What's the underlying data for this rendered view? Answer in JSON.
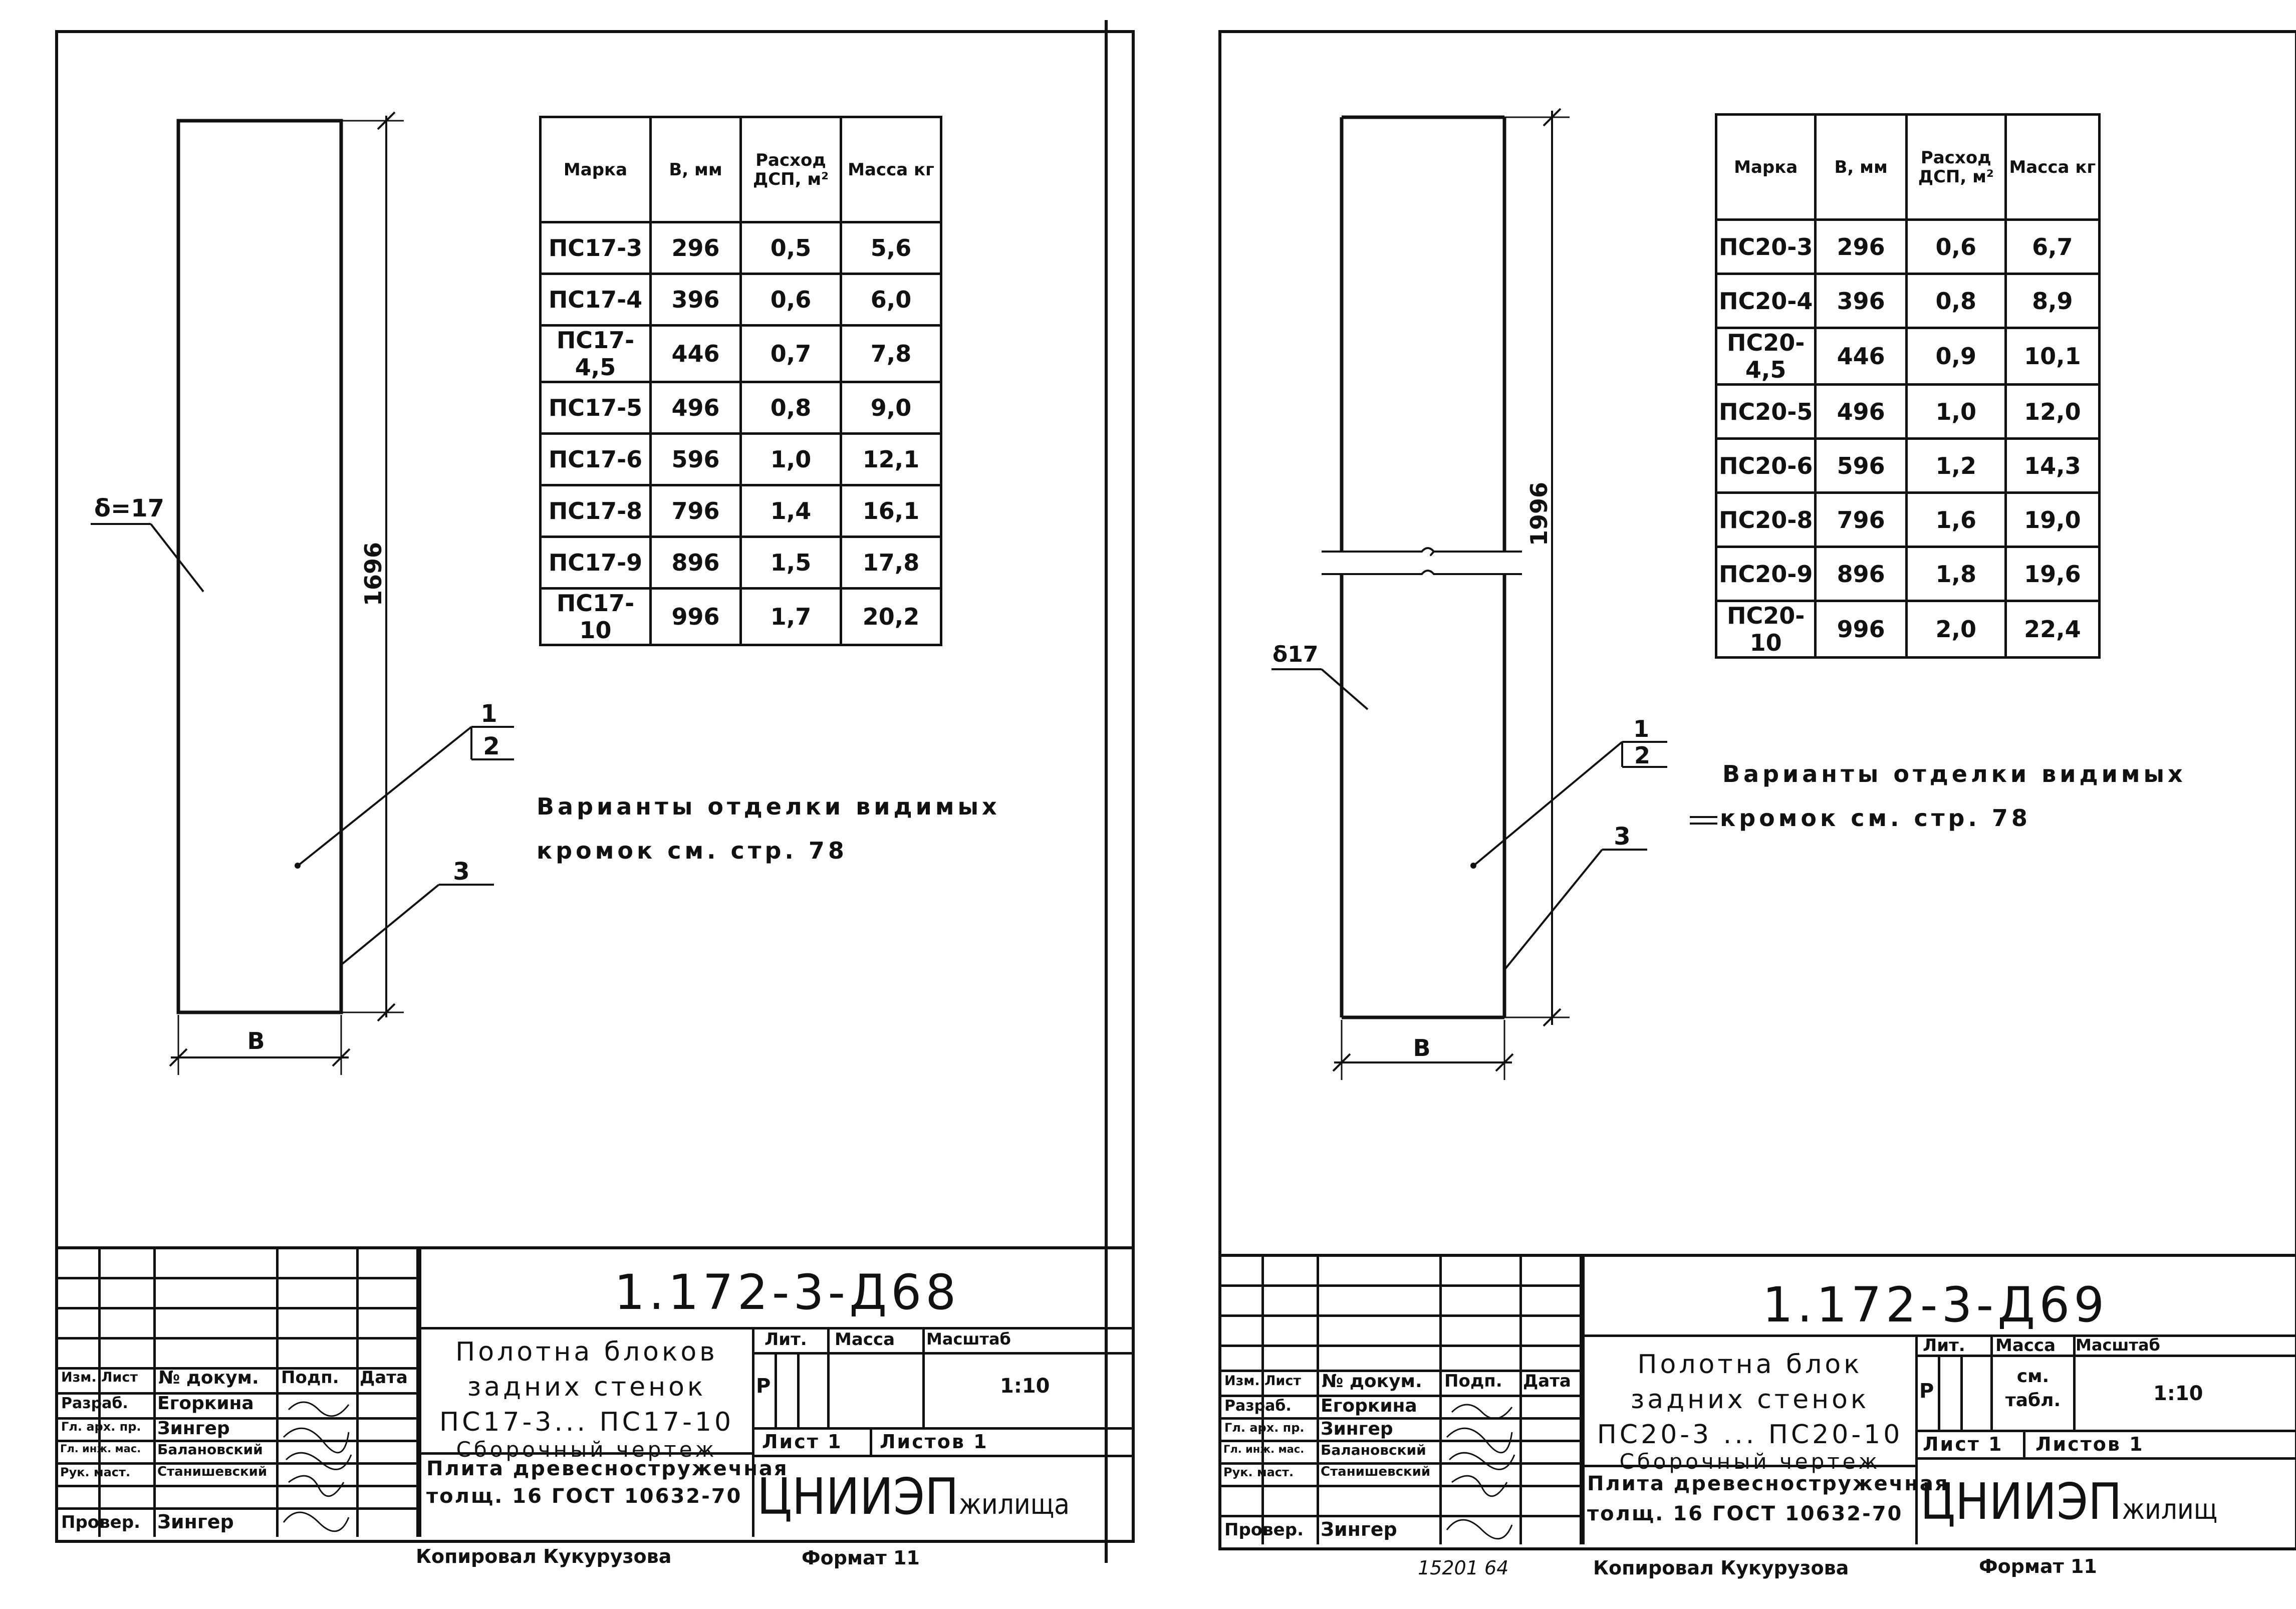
{
  "sheets": [
    {
      "table_headers": {
        "mark": "Марка",
        "width": "В, мм",
        "consumption": "Расход ДСП, м²",
        "mass": "Масса кг"
      },
      "table_rows": [
        {
          "mark": "ПС17-3",
          "width": "296",
          "consumption": "0,5",
          "mass": "5,6"
        },
        {
          "mark": "ПС17-4",
          "width": "396",
          "consumption": "0,6",
          "mass": "6,0"
        },
        {
          "mark": "ПС17-4,5",
          "width": "446",
          "consumption": "0,7",
          "mass": "7,8"
        },
        {
          "mark": "ПС17-5",
          "width": "496",
          "consumption": "0,8",
          "mass": "9,0"
        },
        {
          "mark": "ПС17-6",
          "width": "596",
          "consumption": "1,0",
          "mass": "12,1"
        },
        {
          "mark": "ПС17-8",
          "width": "796",
          "consumption": "1,4",
          "mass": "16,1"
        },
        {
          "mark": "ПС17-9",
          "width": "896",
          "consumption": "1,5",
          "mass": "17,8"
        },
        {
          "mark": "ПС17-10",
          "width": "996",
          "consumption": "1,7",
          "mass": "20,2"
        }
      ],
      "height_dim": "1696",
      "thickness_label": "δ=17",
      "width_label": "В",
      "callout_1": "1",
      "callout_2": "2",
      "callout_3": "3",
      "note_line1": "Варианты отделки видимых",
      "note_line2": "кромок см. стр. 78",
      "stamp": {
        "code": "1.172-3-Д68",
        "hdr_izm": "Изм.",
        "hdr_list": "Лист",
        "hdr_doc": "№ докум.",
        "hdr_sign": "Подп.",
        "hdr_date": "Дата",
        "role_1": "Разраб.",
        "name_1": "Егоркина",
        "role_2": "Гл. арх. пр.",
        "name_2": "Зингер",
        "role_3": "Гл. инж. мас.",
        "name_3": "Балановский",
        "role_4": "Рук. маст.",
        "name_4": "Станишевский",
        "role_5": "Провер.",
        "name_5": "Зингер",
        "title_line1": "Полотна блоков",
        "title_line2": "задних стенок",
        "title_line3": "ПС17-3... ПС17-10",
        "title_line4": "Сборочный чертеж",
        "material_line1": "Плита древесностружечная",
        "material_line2": "толщ. 16 ГОСТ 10632-70",
        "lit_hdr": "Лит.",
        "mass_hdr": "Масса",
        "scale_hdr": "Масштаб",
        "lit_val": "Р",
        "mass_val": "",
        "scale_val": "1:10",
        "sheet_label": "Лист 1",
        "sheets_label": "Листов 1",
        "org_main": "ЦНИИЭП",
        "org_sub": "жилища"
      },
      "copied_by": "Копировал Кукурузова",
      "format": "Формат 11"
    },
    {
      "table_headers": {
        "mark": "Марка",
        "width": "В, мм",
        "consumption": "Расход ДСП, м²",
        "mass": "Масса кг"
      },
      "table_rows": [
        {
          "mark": "ПС20-3",
          "width": "296",
          "consumption": "0,6",
          "mass": "6,7"
        },
        {
          "mark": "ПС20-4",
          "width": "396",
          "consumption": "0,8",
          "mass": "8,9"
        },
        {
          "mark": "ПС20-4,5",
          "width": "446",
          "consumption": "0,9",
          "mass": "10,1"
        },
        {
          "mark": "ПС20-5",
          "width": "496",
          "consumption": "1,0",
          "mass": "12,0"
        },
        {
          "mark": "ПС20-6",
          "width": "596",
          "consumption": "1,2",
          "mass": "14,3"
        },
        {
          "mark": "ПС20-8",
          "width": "796",
          "consumption": "1,6",
          "mass": "19,0"
        },
        {
          "mark": "ПС20-9",
          "width": "896",
          "consumption": "1,8",
          "mass": "19,6"
        },
        {
          "mark": "ПС20-10",
          "width": "996",
          "consumption": "2,0",
          "mass": "22,4"
        }
      ],
      "height_dim": "1996",
      "thickness_label": "δ17",
      "width_label": "В",
      "callout_1": "1",
      "callout_2": "2",
      "callout_3": "3",
      "note_line1": "Варианты отделки видимых",
      "note_line2": "кромок см. стр. 78",
      "stamp": {
        "code": "1.172-3-Д69",
        "hdr_izm": "Изм.",
        "hdr_list": "Лист",
        "hdr_doc": "№ докум.",
        "hdr_sign": "Подп.",
        "hdr_date": "Дата",
        "role_1": "Разраб.",
        "name_1": "Егоркина",
        "role_2": "Гл. арх. пр.",
        "name_2": "Зингер",
        "role_3": "Гл. инж. мас.",
        "name_3": "Балановский",
        "role_4": "Рук. маст.",
        "name_4": "Станишевский",
        "role_5": "Провер.",
        "name_5": "Зингер",
        "title_line1": "Полотна блок",
        "title_line2": "задних стенок",
        "title_line3": "ПС20-3 ... ПС20-10",
        "title_line4": "Сборочный чертеж",
        "material_line1": "Плита древесностружечная",
        "material_line2": "толщ. 16 ГОСТ 10632-70",
        "lit_hdr": "Лит.",
        "mass_hdr": "Масса",
        "scale_hdr": "Масштаб",
        "lit_val": "Р",
        "mass_val": "см. табл.",
        "scale_val": "1:10",
        "sheet_label": "Лист 1",
        "sheets_label": "Листов 1",
        "org_main": "ЦНИИЭП",
        "org_sub": "жилищ"
      },
      "copied_by": "Копировал Кукурузова",
      "format": "Формат 11",
      "archive_no": "15201 64"
    }
  ]
}
